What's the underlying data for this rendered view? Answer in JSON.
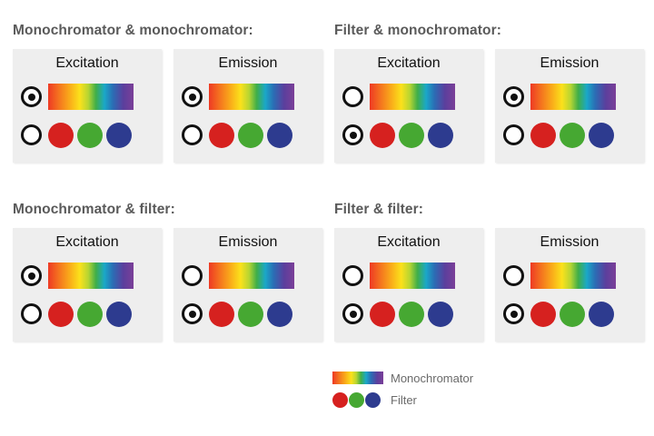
{
  "figure": {
    "title_color": "#5a5a5a",
    "panel_bg": "#eeeeee",
    "page_bg": "#ffffff"
  },
  "colors": {
    "filter_red": "#d6211f",
    "filter_green": "#46a832",
    "filter_blue": "#2d3b8f",
    "spectrum_start": "#ee3a24",
    "spectrum_end": "#7b3f98"
  },
  "sections": [
    {
      "id": "monochromator-monochromator",
      "title": "Monochromator & monochromator:",
      "panels": [
        {
          "id": "excitation",
          "title": "Excitation",
          "mono_selected": true,
          "filter_selected": false
        },
        {
          "id": "emission",
          "title": "Emission",
          "mono_selected": true,
          "filter_selected": false
        }
      ]
    },
    {
      "id": "filter-monochromator",
      "title": "Filter & monochromator:",
      "panels": [
        {
          "id": "excitation",
          "title": "Excitation",
          "mono_selected": false,
          "filter_selected": true
        },
        {
          "id": "emission",
          "title": "Emission",
          "mono_selected": true,
          "filter_selected": false
        }
      ]
    },
    {
      "id": "monochromator-filter",
      "title": "Monochromator & filter:",
      "panels": [
        {
          "id": "excitation",
          "title": "Excitation",
          "mono_selected": true,
          "filter_selected": false
        },
        {
          "id": "emission",
          "title": "Emission",
          "mono_selected": false,
          "filter_selected": true
        }
      ]
    },
    {
      "id": "filter-filter",
      "title": "Filter & filter:",
      "panels": [
        {
          "id": "excitation",
          "title": "Excitation",
          "mono_selected": false,
          "filter_selected": true
        },
        {
          "id": "emission",
          "title": "Emission",
          "mono_selected": false,
          "filter_selected": true
        }
      ]
    }
  ],
  "legend": {
    "items": [
      {
        "id": "monochromator",
        "label": "Monochromator",
        "swatch": "spectrum-bar"
      },
      {
        "id": "filter",
        "label": "Filter",
        "swatch": "filter-circles"
      }
    ]
  }
}
